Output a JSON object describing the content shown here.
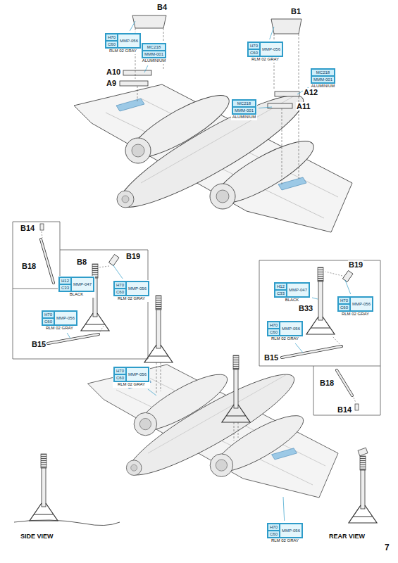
{
  "diagram": {
    "nodes": [
      {
        "text": [
          "H70",
          "C60",
          "MMP-056",
          "RLM 02 GRAY"
        ]
      },
      {
        "text": [
          "MC218",
          "MMM-001",
          "ALUMINIUM"
        ]
      },
      {
        "text": [
          "H70",
          "C60",
          "MMP-056",
          "RLM 02 GRAY"
        ]
      },
      {
        "text": [
          "MC218",
          "MMM-001",
          "ALUMINIUM"
        ]
      },
      {
        "text": [
          "MC218",
          "MMM-001",
          "ALUMINIUM"
        ]
      },
      {
        "text": [
          "H12",
          "C33",
          "MMP-047",
          "BLACK"
        ]
      },
      {
        "text": [
          "H70",
          "C60",
          "MMP-056",
          "RLM 02 GRAY"
        ]
      },
      {
        "text": [
          "H70",
          "C60",
          "MMP-056",
          "RLM 02 GRAY"
        ]
      },
      {
        "text": [
          "H12",
          "C33",
          "MMP-047",
          "BLACK"
        ]
      },
      {
        "text": [
          "H70",
          "C60",
          "MMP-056",
          "RLM 02 GRAY"
        ]
      },
      {
        "text": [
          "H70",
          "C60",
          "MMP-056",
          "RLM 02 GRAY"
        ]
      },
      {
        "text": [
          "H70",
          "C60",
          "MMP-056",
          "RLM 02 GRAY"
        ]
      },
      {
        "text": [
          "H70",
          "C60",
          "MMP-056",
          "RLM 02 GRAY"
        ]
      }
    ],
    "labels": [
      "B4",
      "A10",
      "A9",
      "B1",
      "A12",
      "A11",
      "B14",
      "B18",
      "B8",
      "B19",
      "B15",
      "B19",
      "B33",
      "B15",
      "B18",
      "B14",
      "SIDE VIEW",
      "REAR VIEW",
      "7"
    ]
  }
}
